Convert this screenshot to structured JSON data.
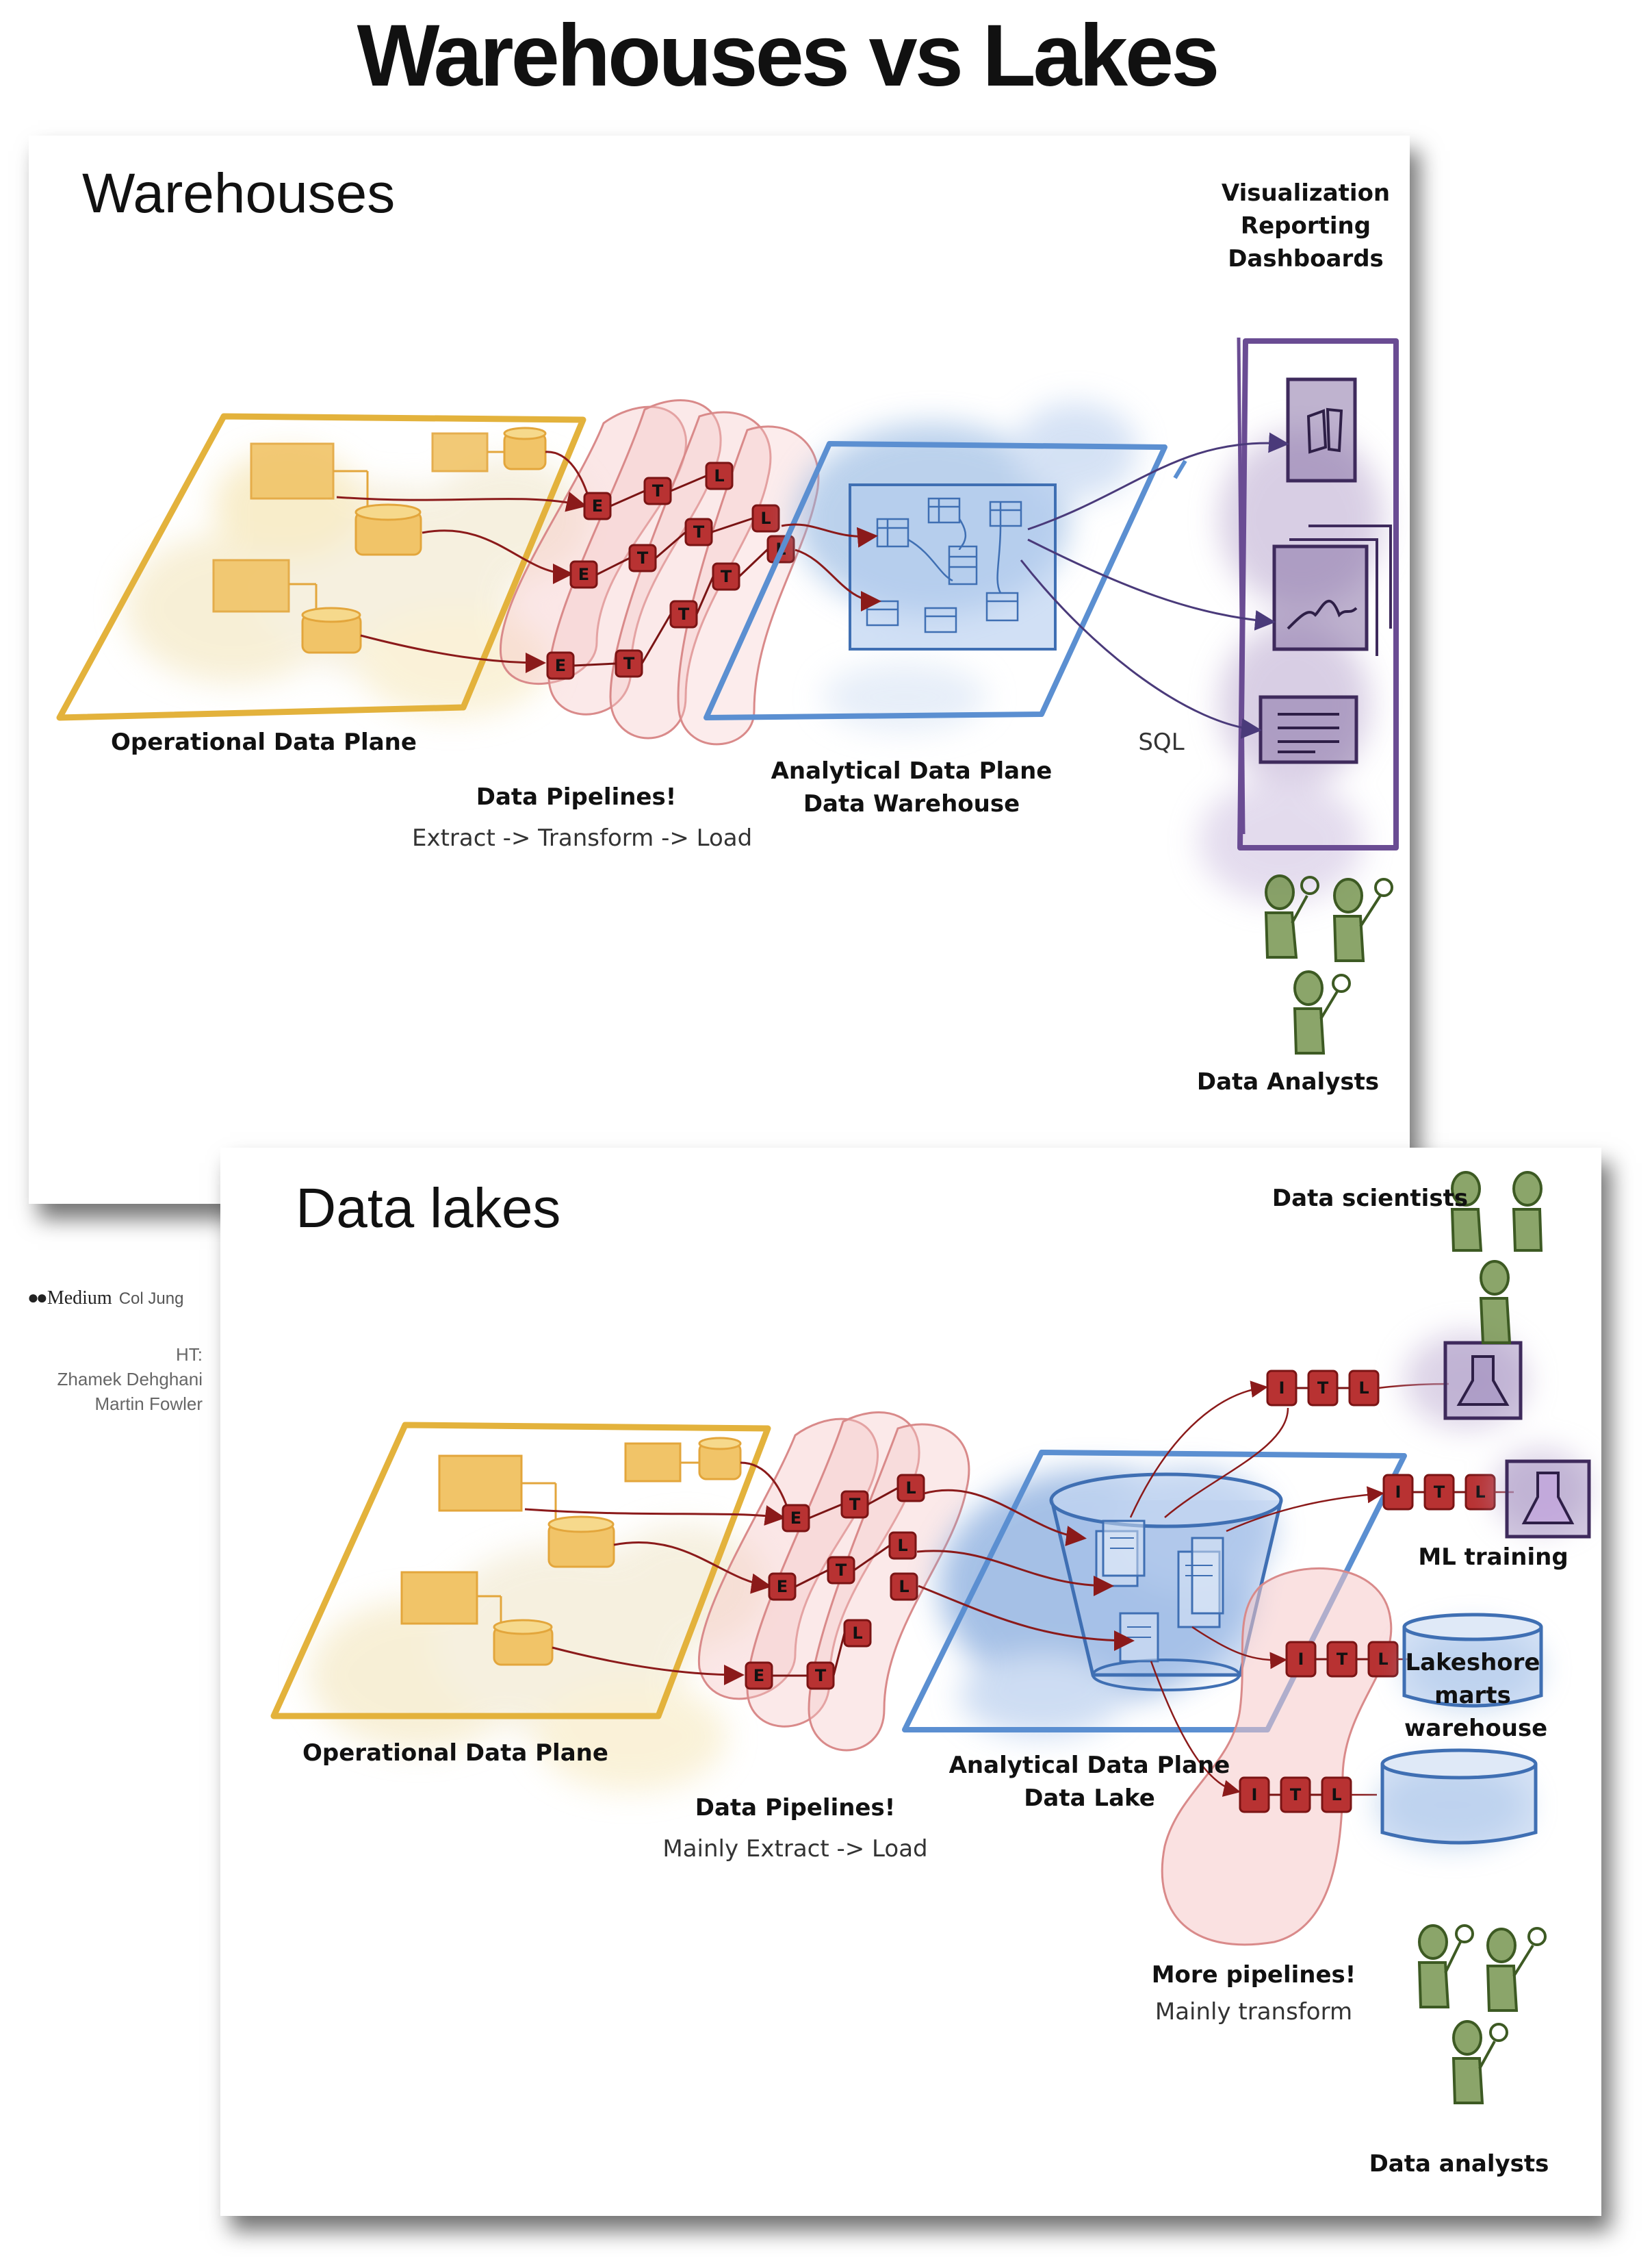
{
  "page_title": "Warehouses vs Lakes",
  "colors": {
    "operational": "#e3b23c",
    "pipelines": "#c0392b",
    "analytical": "#5b8fd1",
    "tools": "#6a4c93",
    "people": "#5d7f3a"
  },
  "warehouses": {
    "title": "Warehouses",
    "operational_label": "Operational Data Plane",
    "pipelines_label": "Data Pipelines!",
    "pipelines_sublabel": "Extract -> Transform -> Load",
    "analytical_label_1": "Analytical Data Plane",
    "analytical_label_2": "Data Warehouse",
    "sql_label": "SQL",
    "outputs_label_1": "Visualization",
    "outputs_label_2": "Reporting",
    "outputs_label_3": "Dashboards",
    "analysts_label": "Data Analysts",
    "etl_letters": [
      "E",
      "T",
      "L"
    ]
  },
  "lakes": {
    "title": "Data lakes",
    "operational_label": "Operational Data Plane",
    "pipelines_label": "Data Pipelines!",
    "pipelines_sublabel": "Mainly Extract -> Load",
    "analytical_label_1": "Analytical Data Plane",
    "analytical_label_2": "Data Lake",
    "scientists_label": "Data scientists",
    "ml_label": "ML training",
    "lakeshore_label_1": "Lakeshore",
    "lakeshore_label_2": "marts",
    "lakeshore_label_3": "warehouse",
    "more_pipelines_label": "More pipelines!",
    "more_pipelines_sublabel": "Mainly transform",
    "analysts_label": "Data analysts",
    "itl_letters": [
      "I",
      "T",
      "L"
    ]
  },
  "credits": {
    "brand": "Medium",
    "author": "Col Jung",
    "ht_label": "HT:",
    "name_1": "Zhamek Dehghani",
    "name_2": "Martin Fowler"
  }
}
